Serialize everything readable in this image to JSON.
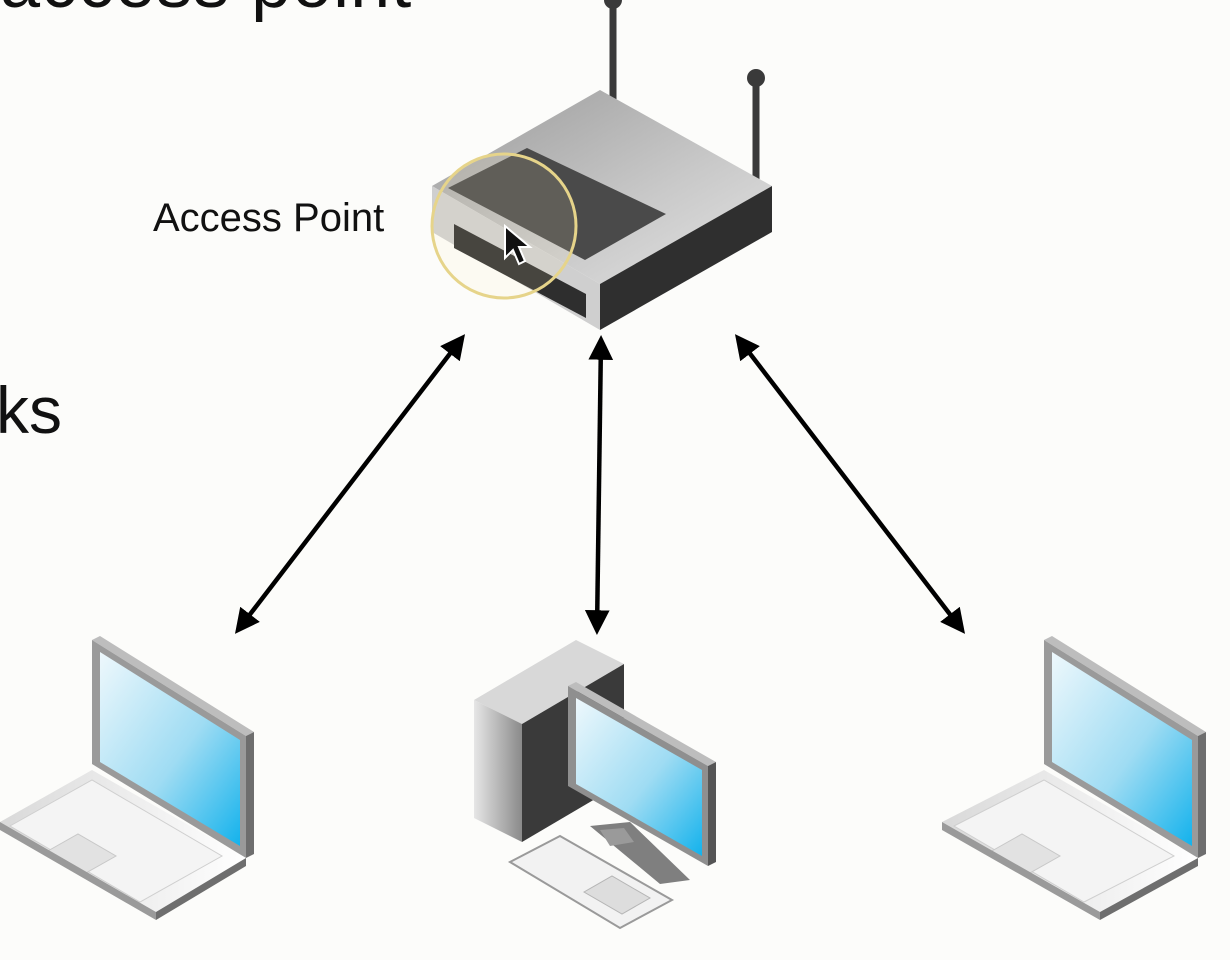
{
  "slide": {
    "title_fragment": "access point",
    "side_fragment": "ks"
  },
  "diagram": {
    "access_point_label": "Access Point",
    "nodes": [
      {
        "id": "access-point",
        "icon": "router-icon"
      },
      {
        "id": "laptop-left",
        "icon": "laptop-icon"
      },
      {
        "id": "desktop-center",
        "icon": "desktop-computer-icon"
      },
      {
        "id": "laptop-right",
        "icon": "laptop-icon"
      }
    ],
    "links": [
      {
        "from": "access-point",
        "to": "laptop-left",
        "direction": "bidirectional"
      },
      {
        "from": "access-point",
        "to": "desktop-center",
        "direction": "bidirectional"
      },
      {
        "from": "access-point",
        "to": "laptop-right",
        "direction": "bidirectional"
      }
    ]
  },
  "colors": {
    "background": "#fcfcfa",
    "arrow": "#000000",
    "screen_gradient_start": "#e8f6fb",
    "screen_gradient_end": "#19b4ee",
    "cursor_highlight": "#e6d48a"
  }
}
